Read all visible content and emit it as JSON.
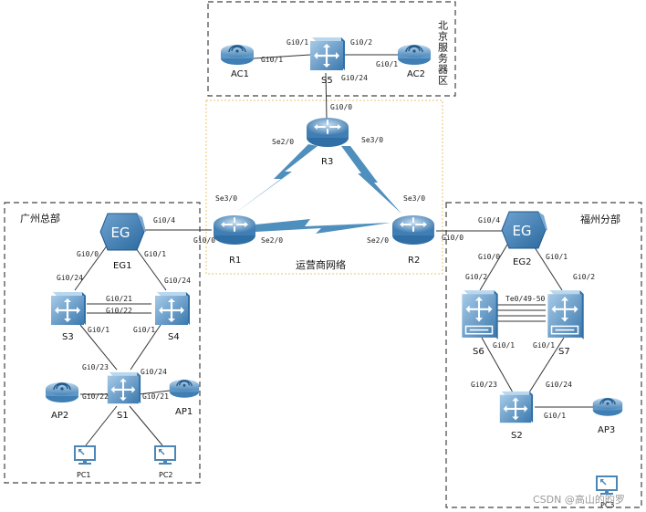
{
  "regions": {
    "beijing": "北京服务器区",
    "guangzhou": "广州总部",
    "fuzhou": "福州分部",
    "isp": "运营商网络"
  },
  "devices": {
    "ac1": "AC1",
    "ac2": "AC2",
    "s5": "S5",
    "r1": "R1",
    "r2": "R2",
    "r3": "R3",
    "eg1": "EG1",
    "eg2": "EG2",
    "eg_text": "EG",
    "s3": "S3",
    "s4": "S4",
    "s1": "S1",
    "ap1": "AP1",
    "ap2": "AP2",
    "pc1": "PC1",
    "pc2": "PC2",
    "s6": "S6",
    "s7": "S7",
    "s2": "S2",
    "ap3": "AP3",
    "pc3": "PC3"
  },
  "ports": {
    "ac1_g01": "Gi0/1",
    "s5_g01": "Gi0/1",
    "s5_g02": "Gi0/2",
    "ac2_g01": "Gi0/1",
    "s5_g024": "Gi0/24",
    "r3_g00": "Gi0/0",
    "r3_se20": "Se2/0",
    "r3_se30": "Se3/0",
    "r1_se30": "Se3/0",
    "r1_g00": "Gi0/0",
    "r1_se20": "Se2/0",
    "r2_se30": "Se3/0",
    "r2_se20": "Se2/0",
    "r2_g00": "Gi0/0",
    "eg1_g04": "Gi0/4",
    "eg1_g00": "Gi0/0",
    "eg1_g01": "Gi0/1",
    "s3_g024": "Gi0/24",
    "s4_g024": "Gi0/24",
    "s3s4_g021": "Gi0/21",
    "s3s4_g022": "Gi0/22",
    "s3_g01": "Gi0/1",
    "s4_g01": "Gi0/1",
    "s1_g023": "Gi0/23",
    "s1_g024": "Gi0/24",
    "s1_g022": "Gi0/22",
    "s1_g021": "Gi0/21",
    "eg2_g04": "Gi0/4",
    "eg2_g00": "Gi0/0",
    "eg2_g01": "Gi0/1",
    "s6_g02": "Gi0/2",
    "s7_g02": "Gi0/2",
    "te_agg": "Te0/49-50",
    "s6_g01": "Gi0/1",
    "s7_g01": "Gi0/1",
    "s2_g023": "Gi0/23",
    "s2_g024": "Gi0/24",
    "s2_g01": "Gi0/1"
  },
  "watermark": "CSDN @高山的昀罗",
  "colors": {
    "device_light": "#8fb9dc",
    "device_dark": "#2f6fa6",
    "wan_link": "#4f8fbd",
    "isp_border": "#e9c46a"
  },
  "icons": {
    "router": "router-icon",
    "switch": "switch-icon",
    "gateway": "gateway-icon",
    "ap": "access-point-icon",
    "pc": "pc-icon"
  }
}
